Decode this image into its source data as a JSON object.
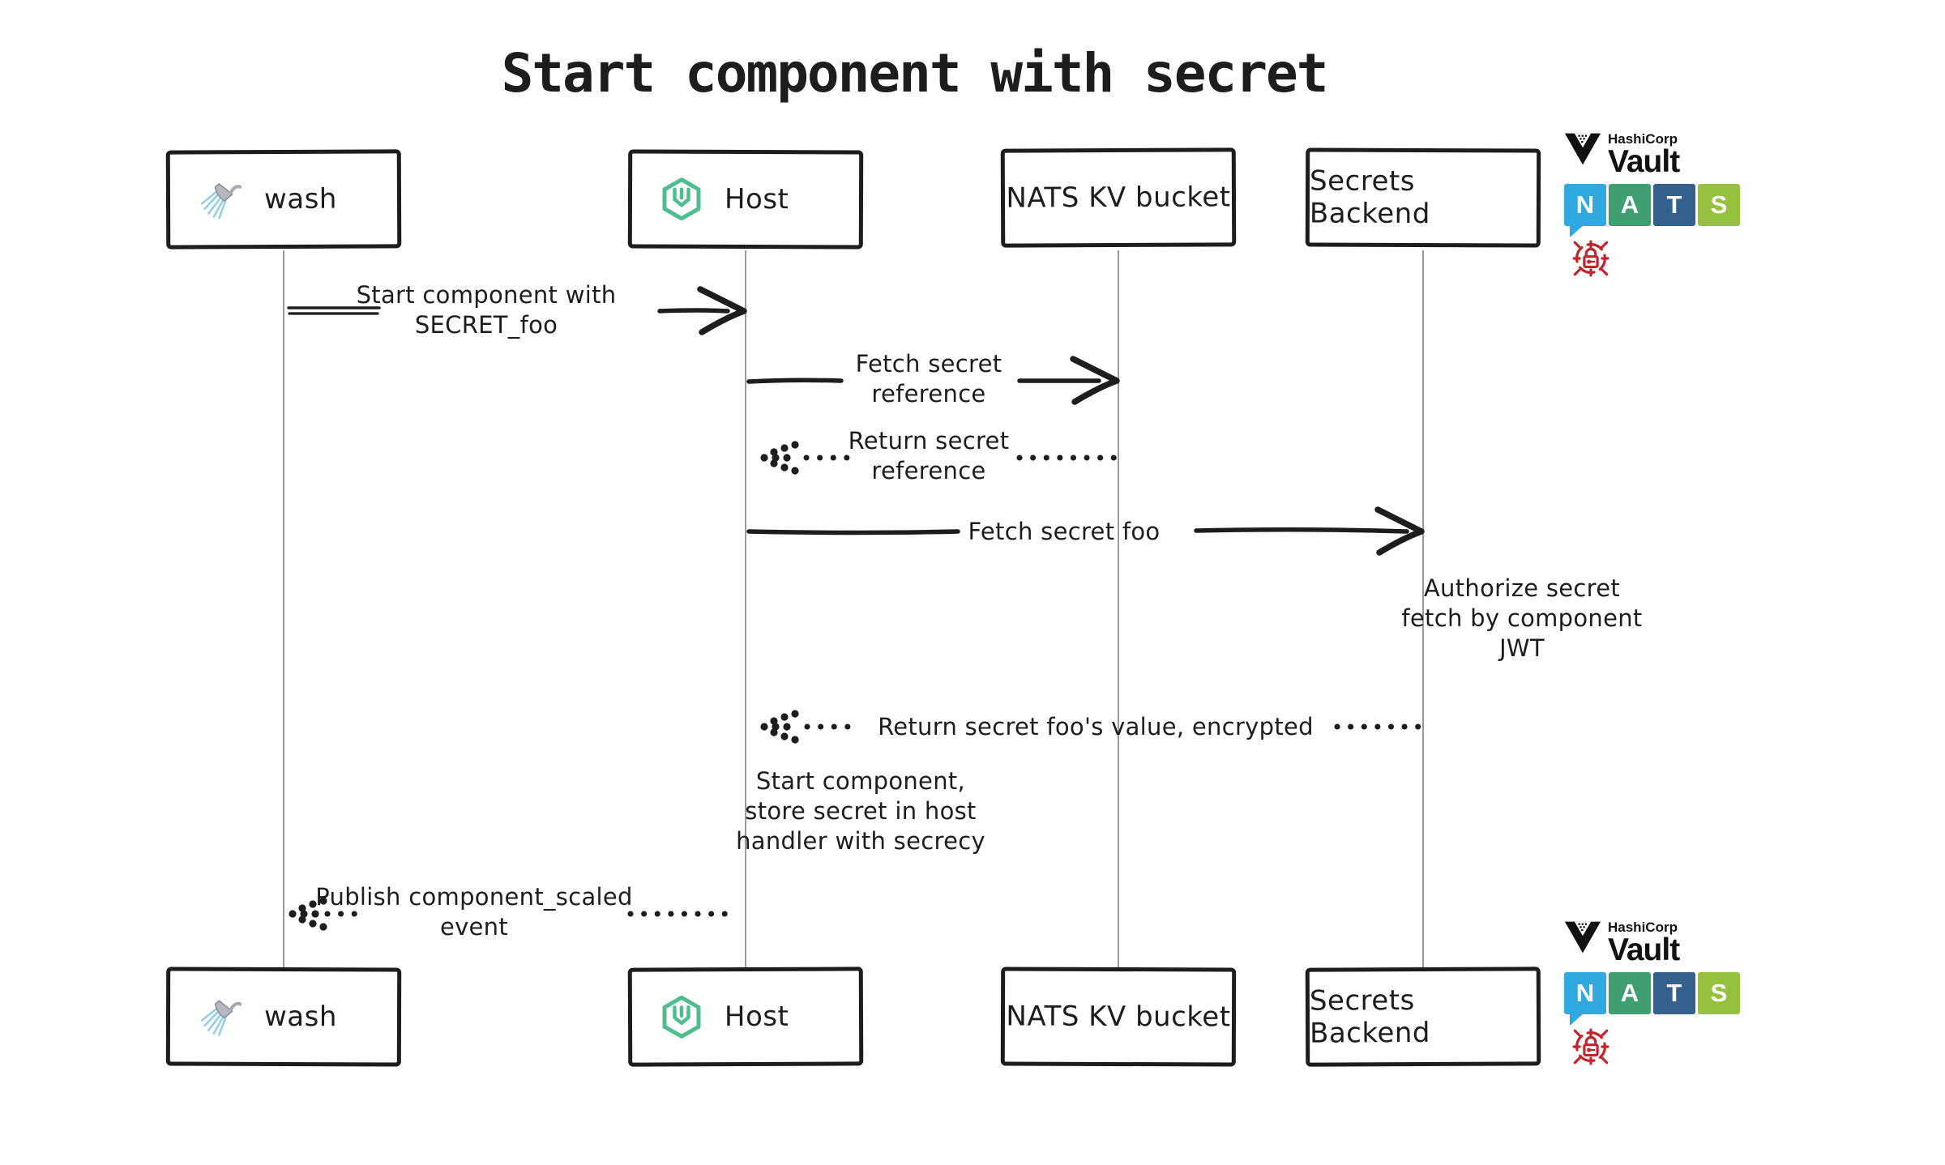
{
  "title": "Start component with secret",
  "actors": {
    "wash": {
      "label": "wash"
    },
    "host": {
      "label": "Host"
    },
    "nats_kv": {
      "label": "NATS KV bucket"
    },
    "secrets_backend": {
      "label": "Secrets Backend"
    }
  },
  "messages": {
    "start_component": {
      "line1": "Start component with",
      "line2": "SECRET_foo"
    },
    "fetch_reference": {
      "line1": "Fetch secret",
      "line2": "reference"
    },
    "return_reference": {
      "line1": "Return secret",
      "line2": "reference"
    },
    "fetch_secret_foo": {
      "label": "Fetch secret foo"
    },
    "return_secret_value": {
      "label": "Return secret foo's value, encrypted"
    },
    "publish_event": {
      "line1": "Publish component_scaled",
      "line2": "event"
    }
  },
  "notes": {
    "authorize": {
      "line1": "Authorize secret",
      "line2": "fetch by component",
      "line3": "JWT"
    },
    "start_store": {
      "line1": "Start component,",
      "line2": "store secret in host",
      "line3": "handler with secrecy"
    }
  },
  "logos": {
    "vault": {
      "brand": "HashiCorp",
      "product": "Vault"
    },
    "nats": {
      "letters": [
        "N",
        "A",
        "T",
        "S"
      ]
    }
  },
  "icons": {
    "wash": "shower-icon",
    "host": "wasmcloud-hexagon-icon",
    "vault": "hashicorp-vault-triangle-icon",
    "nats": "nats-tiles-logo",
    "security": "lock-crosshair-icon"
  },
  "colors": {
    "ink": "#1d1d1d",
    "lifeline": "#9a9a9a",
    "wasmcloud_green": "#4fbe8e",
    "nats_blue": "#2fa9e0",
    "nats_green": "#3f9e72",
    "nats_navy": "#33608c",
    "nats_lime": "#95c13d",
    "vault_black": "#111111",
    "lock_red": "#c5232c",
    "spray_blue": "#8fcde8",
    "shower_gray": "#b3b9bf"
  }
}
